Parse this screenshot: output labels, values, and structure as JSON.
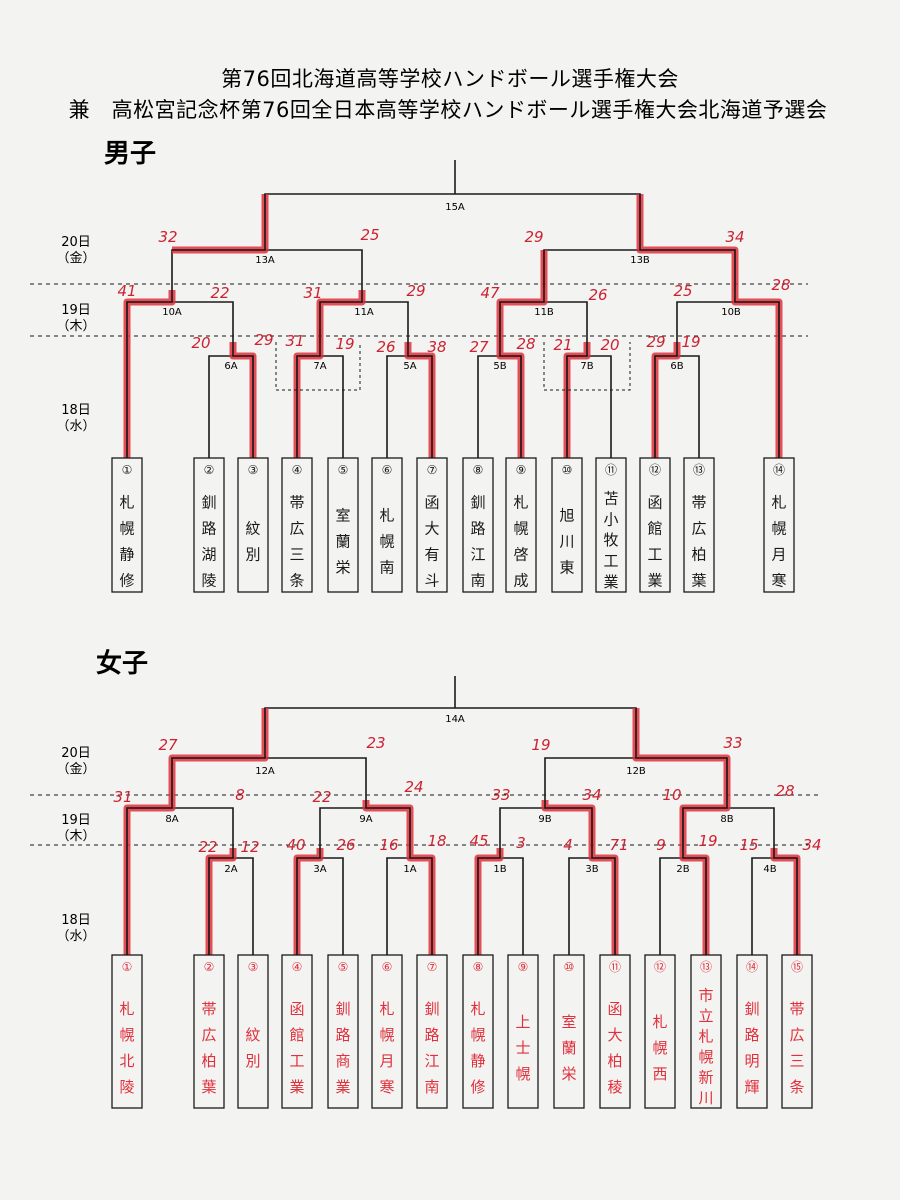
{
  "header": {
    "line1": "第76回北海道高等学校ハンドボール選手権大会",
    "line2": "兼　高松宮記念杯第76回全日本高等学校ハンドボール選手権大会北海道予選会"
  },
  "days": {
    "d20": "20日",
    "d20w": "（金）",
    "d19": "19日",
    "d19w": "（木）",
    "d18": "18日",
    "d18w": "（水）"
  },
  "colors": {
    "ink": "#1a1a1a",
    "winner_highlight": "#e0303c",
    "score_ink": "#cc2232",
    "paper": "#f3f3f1"
  },
  "boys": {
    "title": "男子",
    "teams": [
      {
        "seed": "①",
        "name": "札幌静修"
      },
      {
        "seed": "②",
        "name": "釧路湖陵"
      },
      {
        "seed": "③",
        "name": "紋 別"
      },
      {
        "seed": "④",
        "name": "帯広三条"
      },
      {
        "seed": "⑤",
        "name": "室蘭栄"
      },
      {
        "seed": "⑥",
        "name": "札幌南"
      },
      {
        "seed": "⑦",
        "name": "函大有斗"
      },
      {
        "seed": "⑧",
        "name": "釧路江南"
      },
      {
        "seed": "⑨",
        "name": "札幌啓成"
      },
      {
        "seed": "⑩",
        "name": "旭川東"
      },
      {
        "seed": "⑪",
        "name": "苫小牧工業"
      },
      {
        "seed": "⑫",
        "name": "函館工業"
      },
      {
        "seed": "⑬",
        "name": "帯広柏葉"
      },
      {
        "seed": "⑭",
        "name": "札幌月寒"
      }
    ],
    "matches": [
      "15A",
      "13A",
      "13B",
      "10A",
      "11A",
      "11B",
      "10B",
      "6A",
      "7A",
      "5A",
      "5B",
      "7B",
      "6B"
    ],
    "scores": [
      "32",
      "25",
      "29",
      "34",
      "41",
      "22",
      "31",
      "29",
      "47",
      "26",
      "25",
      "28",
      "20",
      "29",
      "31",
      "19",
      "26",
      "38",
      "27",
      "28",
      "21",
      "20",
      "29",
      "19"
    ]
  },
  "girls": {
    "title": "女子",
    "teams": [
      {
        "seed": "①",
        "name": "札幌北陵"
      },
      {
        "seed": "②",
        "name": "帯広柏葉"
      },
      {
        "seed": "③",
        "name": "紋 別"
      },
      {
        "seed": "④",
        "name": "函館工業"
      },
      {
        "seed": "⑤",
        "name": "釧路商業"
      },
      {
        "seed": "⑥",
        "name": "札幌月寒"
      },
      {
        "seed": "⑦",
        "name": "釧路江南"
      },
      {
        "seed": "⑧",
        "name": "札幌静修"
      },
      {
        "seed": "⑨",
        "name": "上 士 幌"
      },
      {
        "seed": "⑩",
        "name": "室蘭栄"
      },
      {
        "seed": "⑪",
        "name": "函大柏稜"
      },
      {
        "seed": "⑫",
        "name": "札幌西"
      },
      {
        "seed": "⑬",
        "name": "市立札幌新川"
      },
      {
        "seed": "⑭",
        "name": "釧路明輝"
      },
      {
        "seed": "⑮",
        "name": "帯広三条"
      }
    ],
    "matches": [
      "14A",
      "12A",
      "12B",
      "8A",
      "9A",
      "9B",
      "8B",
      "2A",
      "3A",
      "1A",
      "1B",
      "3B",
      "2B",
      "4B"
    ],
    "scores": [
      "27",
      "23",
      "19",
      "33",
      "31",
      "8",
      "22",
      "24",
      "33",
      "34",
      "10",
      "28",
      "22",
      "12",
      "40",
      "26",
      "16",
      "18",
      "45",
      "3",
      "4",
      "71",
      "9",
      "19",
      "15",
      "34"
    ]
  }
}
